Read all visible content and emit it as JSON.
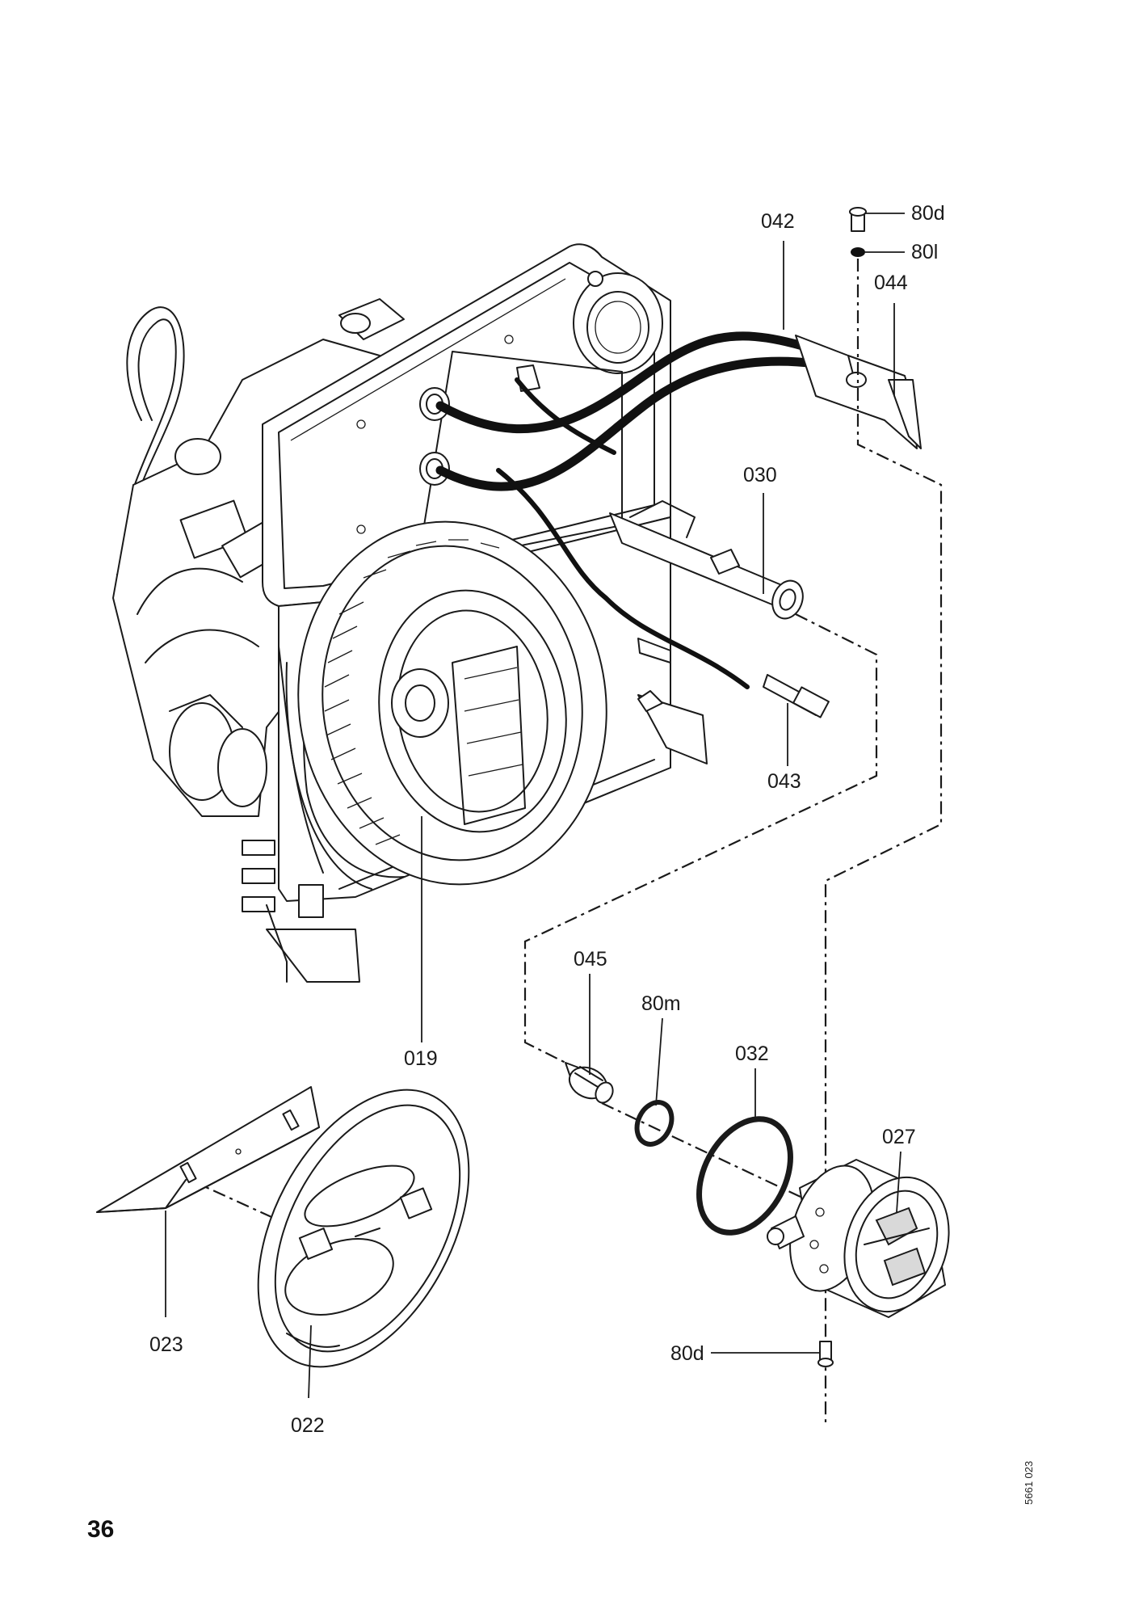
{
  "labels": {
    "p042": "042",
    "p80d_top": "80d",
    "p80l": "80l",
    "p044": "044",
    "p030": "030",
    "p043": "043",
    "p019": "019",
    "p045": "045",
    "p80m": "80m",
    "p032": "032",
    "p027": "027",
    "p023": "023",
    "p022": "022",
    "p80d_bottom": "80d"
  },
  "page_number": "36",
  "drawing_reference": "5661 023",
  "icons": {
    "blower-housing": "blower-wheel-assembly-icon",
    "cover-plate": "cover-plate-icon",
    "o-ring": "o-ring-icon",
    "burner-head": "burner-head-icon"
  }
}
